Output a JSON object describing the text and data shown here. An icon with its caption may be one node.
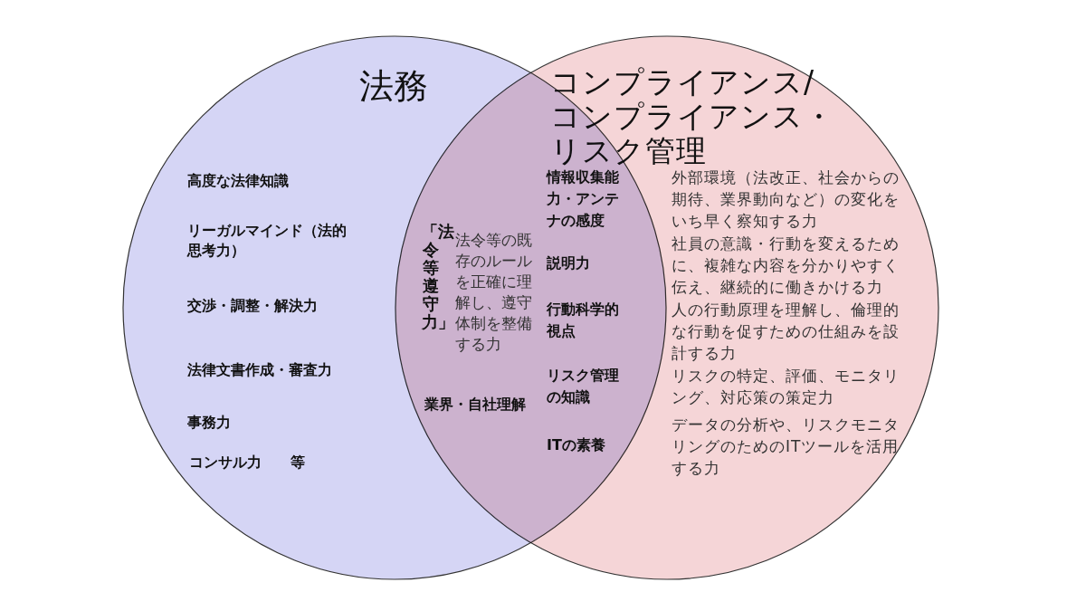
{
  "diagram": {
    "nodes": [
      {
        "text": [
          "法務"
        ]
      },
      {
        "text": [
          "コンプライアンス/コンプライアンス・リスク管理"
        ]
      }
    ],
    "edges": [],
    "labels": [
      "高度な法律知識",
      "リーガルマインド（法的思考力）",
      "交渉・調整・解決力",
      "法律文書作成・審査力",
      "事務力",
      "コンサル力　　等",
      "「法令等遵守力」",
      "法令等の既存のルールを正確に理解し、遵守体制を整備する力",
      "業界・自社理解",
      "情報収集能力・アンテナの感度",
      "外部環境（法改正、社会からの期待、業界動向など）の変化をいち早く察知する力",
      "説明力",
      "社員の意識・行動を変えるために、複雑な内容を分かりやすく伝え、継続的に働きかける力",
      "行動科学的視点",
      "人の行動原理を理解し、倫理的な行動を促すための仕組みを設計する力",
      "リスク管理の知識",
      "リスクの特定、評価、モニタリング、対応策の策定力",
      "ITの素養",
      "データの分析や、リスクモニタリングのためのITツールを活用する力"
    ]
  }
}
